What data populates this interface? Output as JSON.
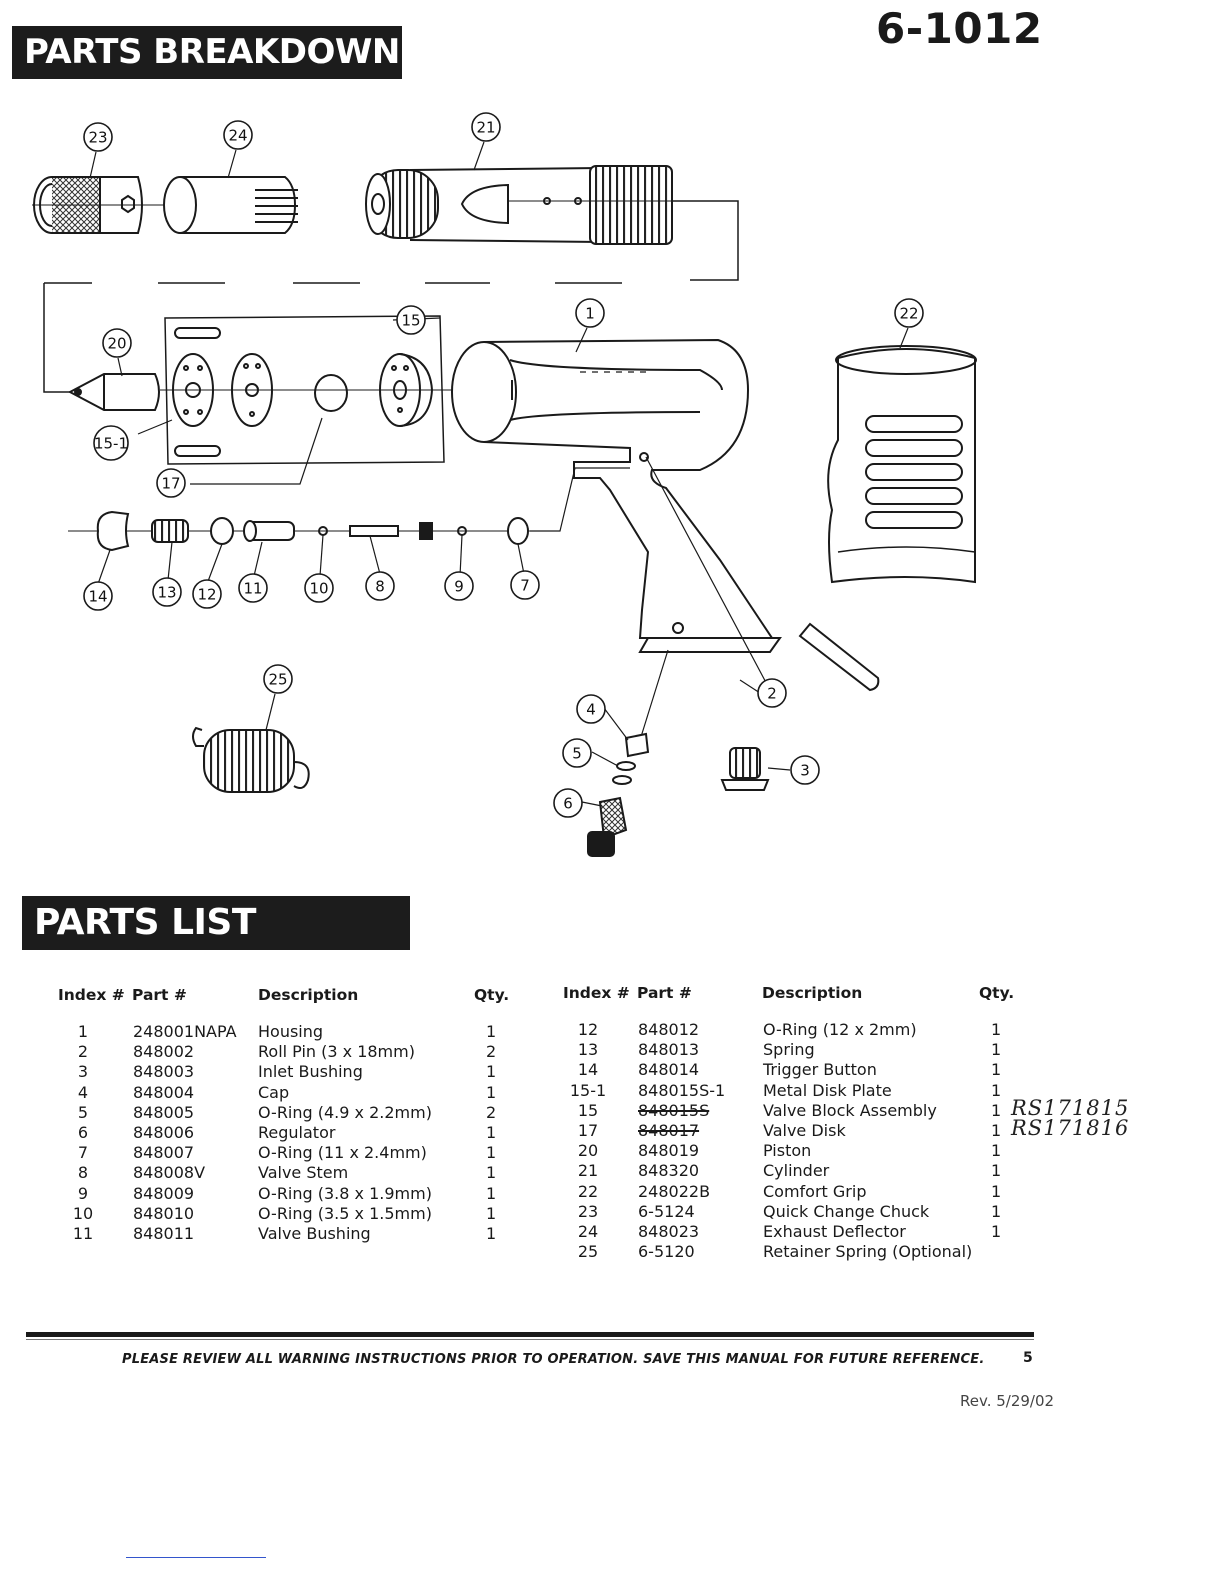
{
  "header": {
    "section_title": "PARTS BREAKDOWN",
    "model_number": "6-1012"
  },
  "diagram": {
    "callouts": [
      "23",
      "24",
      "21",
      "15",
      "1",
      "22",
      "20",
      "15-1",
      "17",
      "14",
      "13",
      "12",
      "11",
      "10",
      "8",
      "9",
      "7",
      "25",
      "4",
      "5",
      "6",
      "2",
      "3"
    ]
  },
  "parts_list": {
    "title": "PARTS LIST",
    "headers": {
      "index": "Index #",
      "part": "Part #",
      "description": "Description",
      "qty": "Qty."
    },
    "left": [
      {
        "index": "1",
        "part": "248001NAPA",
        "description": "Housing",
        "qty": "1"
      },
      {
        "index": "2",
        "part": "848002",
        "description": "Roll Pin (3 x 18mm)",
        "qty": "2"
      },
      {
        "index": "3",
        "part": "848003",
        "description": "Inlet Bushing",
        "qty": "1"
      },
      {
        "index": "4",
        "part": "848004",
        "description": "Cap",
        "qty": "1"
      },
      {
        "index": "5",
        "part": "848005",
        "description": "O-Ring (4.9 x 2.2mm)",
        "qty": "2"
      },
      {
        "index": "6",
        "part": "848006",
        "description": "Regulator",
        "qty": "1"
      },
      {
        "index": "7",
        "part": "848007",
        "description": "O-Ring (11 x 2.4mm)",
        "qty": "1"
      },
      {
        "index": "8",
        "part": "848008V",
        "description": "Valve Stem",
        "qty": "1"
      },
      {
        "index": "9",
        "part": "848009",
        "description": "O-Ring (3.8 x 1.9mm)",
        "qty": "1"
      },
      {
        "index": "10",
        "part": "848010",
        "description": "O-Ring (3.5 x 1.5mm)",
        "qty": "1"
      },
      {
        "index": "11",
        "part": "848011",
        "description": "Valve Bushing",
        "qty": "1"
      }
    ],
    "right": [
      {
        "index": "12",
        "part": "848012",
        "description": "O-Ring (12 x 2mm)",
        "qty": "1"
      },
      {
        "index": "13",
        "part": "848013",
        "description": "Spring",
        "qty": "1"
      },
      {
        "index": "14",
        "part": "848014",
        "description": "Trigger Button",
        "qty": "1"
      },
      {
        "index": "15-1",
        "part": "848015S-1",
        "description": "Metal Disk Plate",
        "qty": "1"
      },
      {
        "index": "15",
        "part": "848015S",
        "description": "Valve Block Assembly",
        "qty": "1",
        "note": "RS171815"
      },
      {
        "index": "17",
        "part": "848017",
        "description": "Valve Disk",
        "qty": "1",
        "note": "RS171816"
      },
      {
        "index": "20",
        "part": "848019",
        "description": "Piston",
        "qty": "1"
      },
      {
        "index": "21",
        "part": "848320",
        "description": "Cylinder",
        "qty": "1"
      },
      {
        "index": "22",
        "part": "248022B",
        "description": "Comfort Grip",
        "qty": "1"
      },
      {
        "index": "23",
        "part": "6-5124",
        "description": "Quick Change Chuck",
        "qty": "1"
      },
      {
        "index": "24",
        "part": "848023",
        "description": "Exhaust Deflector",
        "qty": "1"
      },
      {
        "index": "25",
        "part": "6-5120",
        "description": "Retainer Spring (Optional)",
        "qty": ""
      }
    ]
  },
  "footer": {
    "warning": "PLEASE REVIEW ALL WARNING INSTRUCTIONS PRIOR TO OPERATION. SAVE THIS MANUAL FOR FUTURE REFERENCE.",
    "page_number": "5",
    "revision": "Rev. 5/29/02"
  }
}
